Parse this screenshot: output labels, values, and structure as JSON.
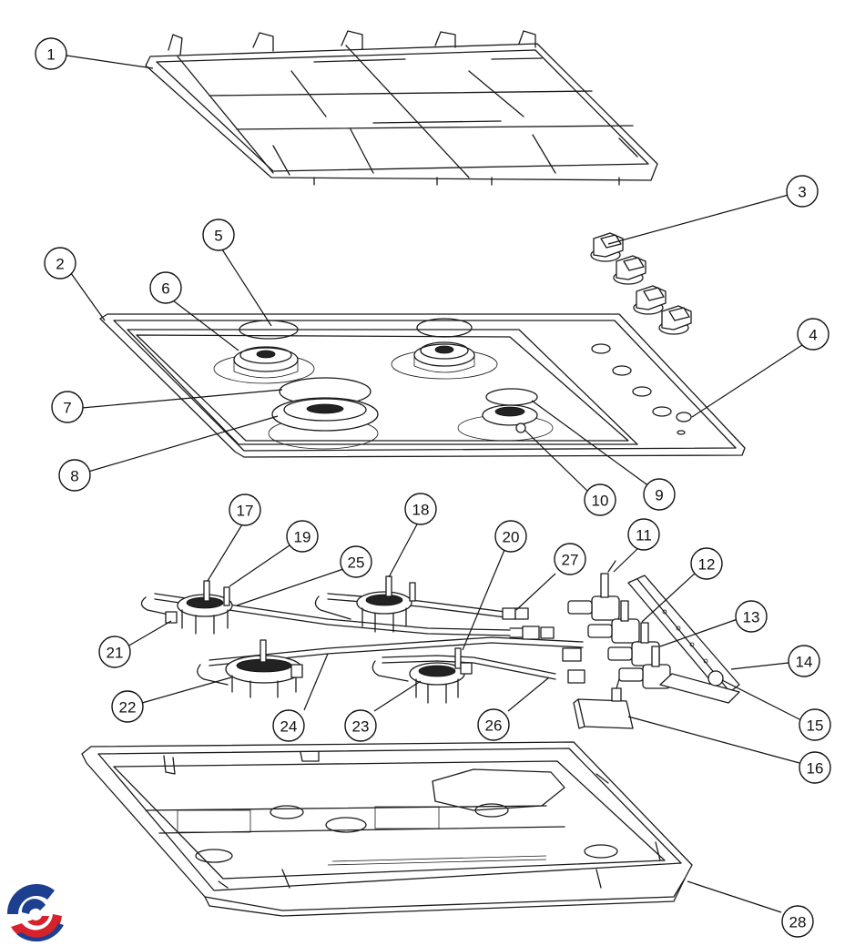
{
  "callouts": [
    {
      "id": "1",
      "label": "1"
    },
    {
      "id": "2",
      "label": "2"
    },
    {
      "id": "3",
      "label": "3"
    },
    {
      "id": "4",
      "label": "4"
    },
    {
      "id": "5",
      "label": "5"
    },
    {
      "id": "6",
      "label": "6"
    },
    {
      "id": "7",
      "label": "7"
    },
    {
      "id": "8",
      "label": "8"
    },
    {
      "id": "9",
      "label": "9"
    },
    {
      "id": "10",
      "label": "10"
    },
    {
      "id": "11",
      "label": "11"
    },
    {
      "id": "12",
      "label": "12"
    },
    {
      "id": "13",
      "label": "13"
    },
    {
      "id": "14",
      "label": "14"
    },
    {
      "id": "15",
      "label": "15"
    },
    {
      "id": "16",
      "label": "16"
    },
    {
      "id": "17",
      "label": "17"
    },
    {
      "id": "18",
      "label": "18"
    },
    {
      "id": "19",
      "label": "19"
    },
    {
      "id": "20",
      "label": "20"
    },
    {
      "id": "21",
      "label": "21"
    },
    {
      "id": "22",
      "label": "22"
    },
    {
      "id": "23",
      "label": "23"
    },
    {
      "id": "24",
      "label": "24"
    },
    {
      "id": "25",
      "label": "25"
    },
    {
      "id": "26",
      "label": "26"
    },
    {
      "id": "27",
      "label": "27"
    },
    {
      "id": "28",
      "label": "28"
    }
  ],
  "colors": {
    "line": "#1a1a1a",
    "logo_blue": "#1d3f8f",
    "logo_red": "#d6222a"
  },
  "logo": {
    "icon": "brand-swirl-logo-icon"
  }
}
